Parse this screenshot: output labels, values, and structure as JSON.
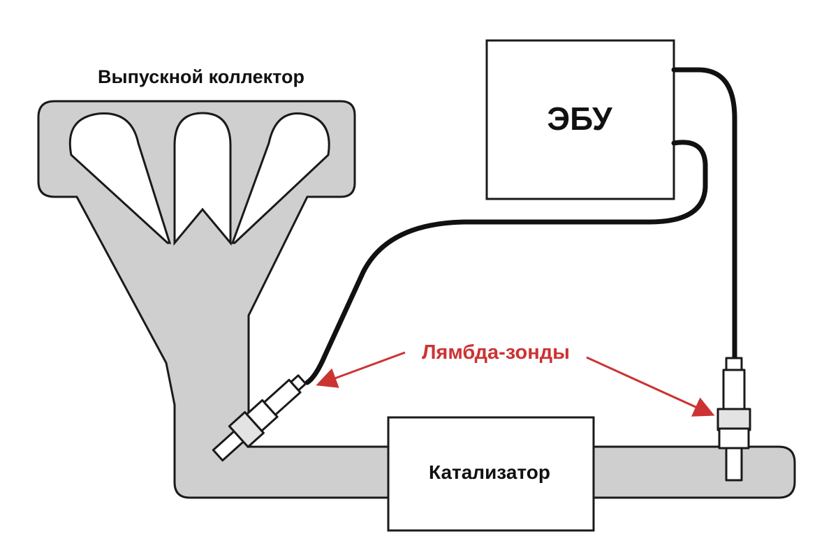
{
  "labels": {
    "manifold": "Выпускной коллектор",
    "ecu": "ЭБУ",
    "sensors": "Лямбда-зонды",
    "catalyst": "Катализатор"
  },
  "colors": {
    "part_fill": "#cfcfcf",
    "outline": "#1a1a1a",
    "cable": "#111111",
    "accent_red": "#cc3333"
  }
}
